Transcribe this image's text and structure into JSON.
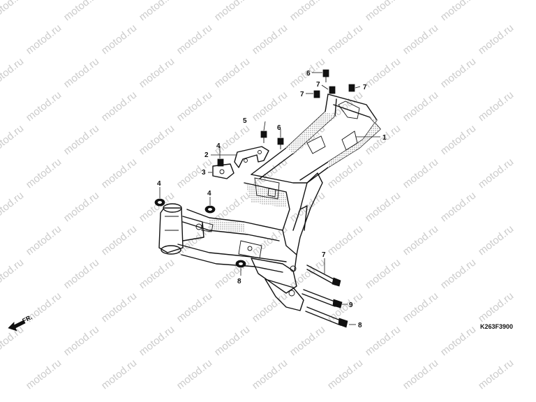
{
  "watermark": {
    "text": "motod.ru"
  },
  "diagram": {
    "drawing_code": "K263F3900",
    "front_arrow_label": "FR.",
    "callouts": [
      {
        "id": "c1",
        "label": "1"
      },
      {
        "id": "c2",
        "label": "2"
      },
      {
        "id": "c3",
        "label": "3"
      },
      {
        "id": "c4a",
        "label": "4"
      },
      {
        "id": "c4b",
        "label": "4"
      },
      {
        "id": "c4c",
        "label": "4"
      },
      {
        "id": "c5",
        "label": "5"
      },
      {
        "id": "c6a",
        "label": "6"
      },
      {
        "id": "c6b",
        "label": "6"
      },
      {
        "id": "c7a",
        "label": "7"
      },
      {
        "id": "c7b",
        "label": "7"
      },
      {
        "id": "c7c",
        "label": "7"
      },
      {
        "id": "c7d",
        "label": "7"
      },
      {
        "id": "c8a",
        "label": "8"
      },
      {
        "id": "c8b",
        "label": "8"
      },
      {
        "id": "c9",
        "label": "9"
      }
    ]
  }
}
